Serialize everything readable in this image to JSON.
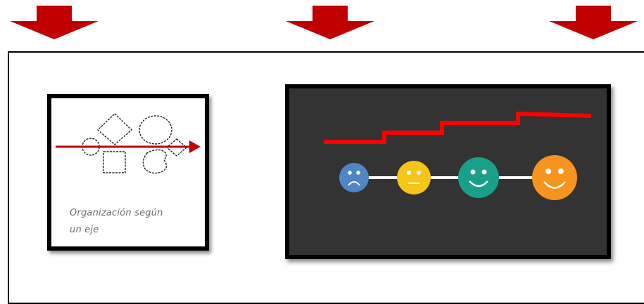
{
  "caption": {
    "line1": "Organización según",
    "line2": "un eje"
  },
  "colors": {
    "arrow_red": "#c00000",
    "axis_arrow_red": "#c00000",
    "step_line_red": "#ff0000",
    "card_dark_bg": "#333333",
    "face_sad": "#4f86c6",
    "face_neutral": "#f5c518",
    "face_happy": "#19a08a",
    "face_very_happy": "#f7941d"
  },
  "faces": [
    {
      "name": "sad-face-icon",
      "mood": "sad"
    },
    {
      "name": "neutral-face-icon",
      "mood": "neutral"
    },
    {
      "name": "happy-face-icon",
      "mood": "happy"
    },
    {
      "name": "very-happy-face-icon",
      "mood": "very-happy"
    }
  ]
}
